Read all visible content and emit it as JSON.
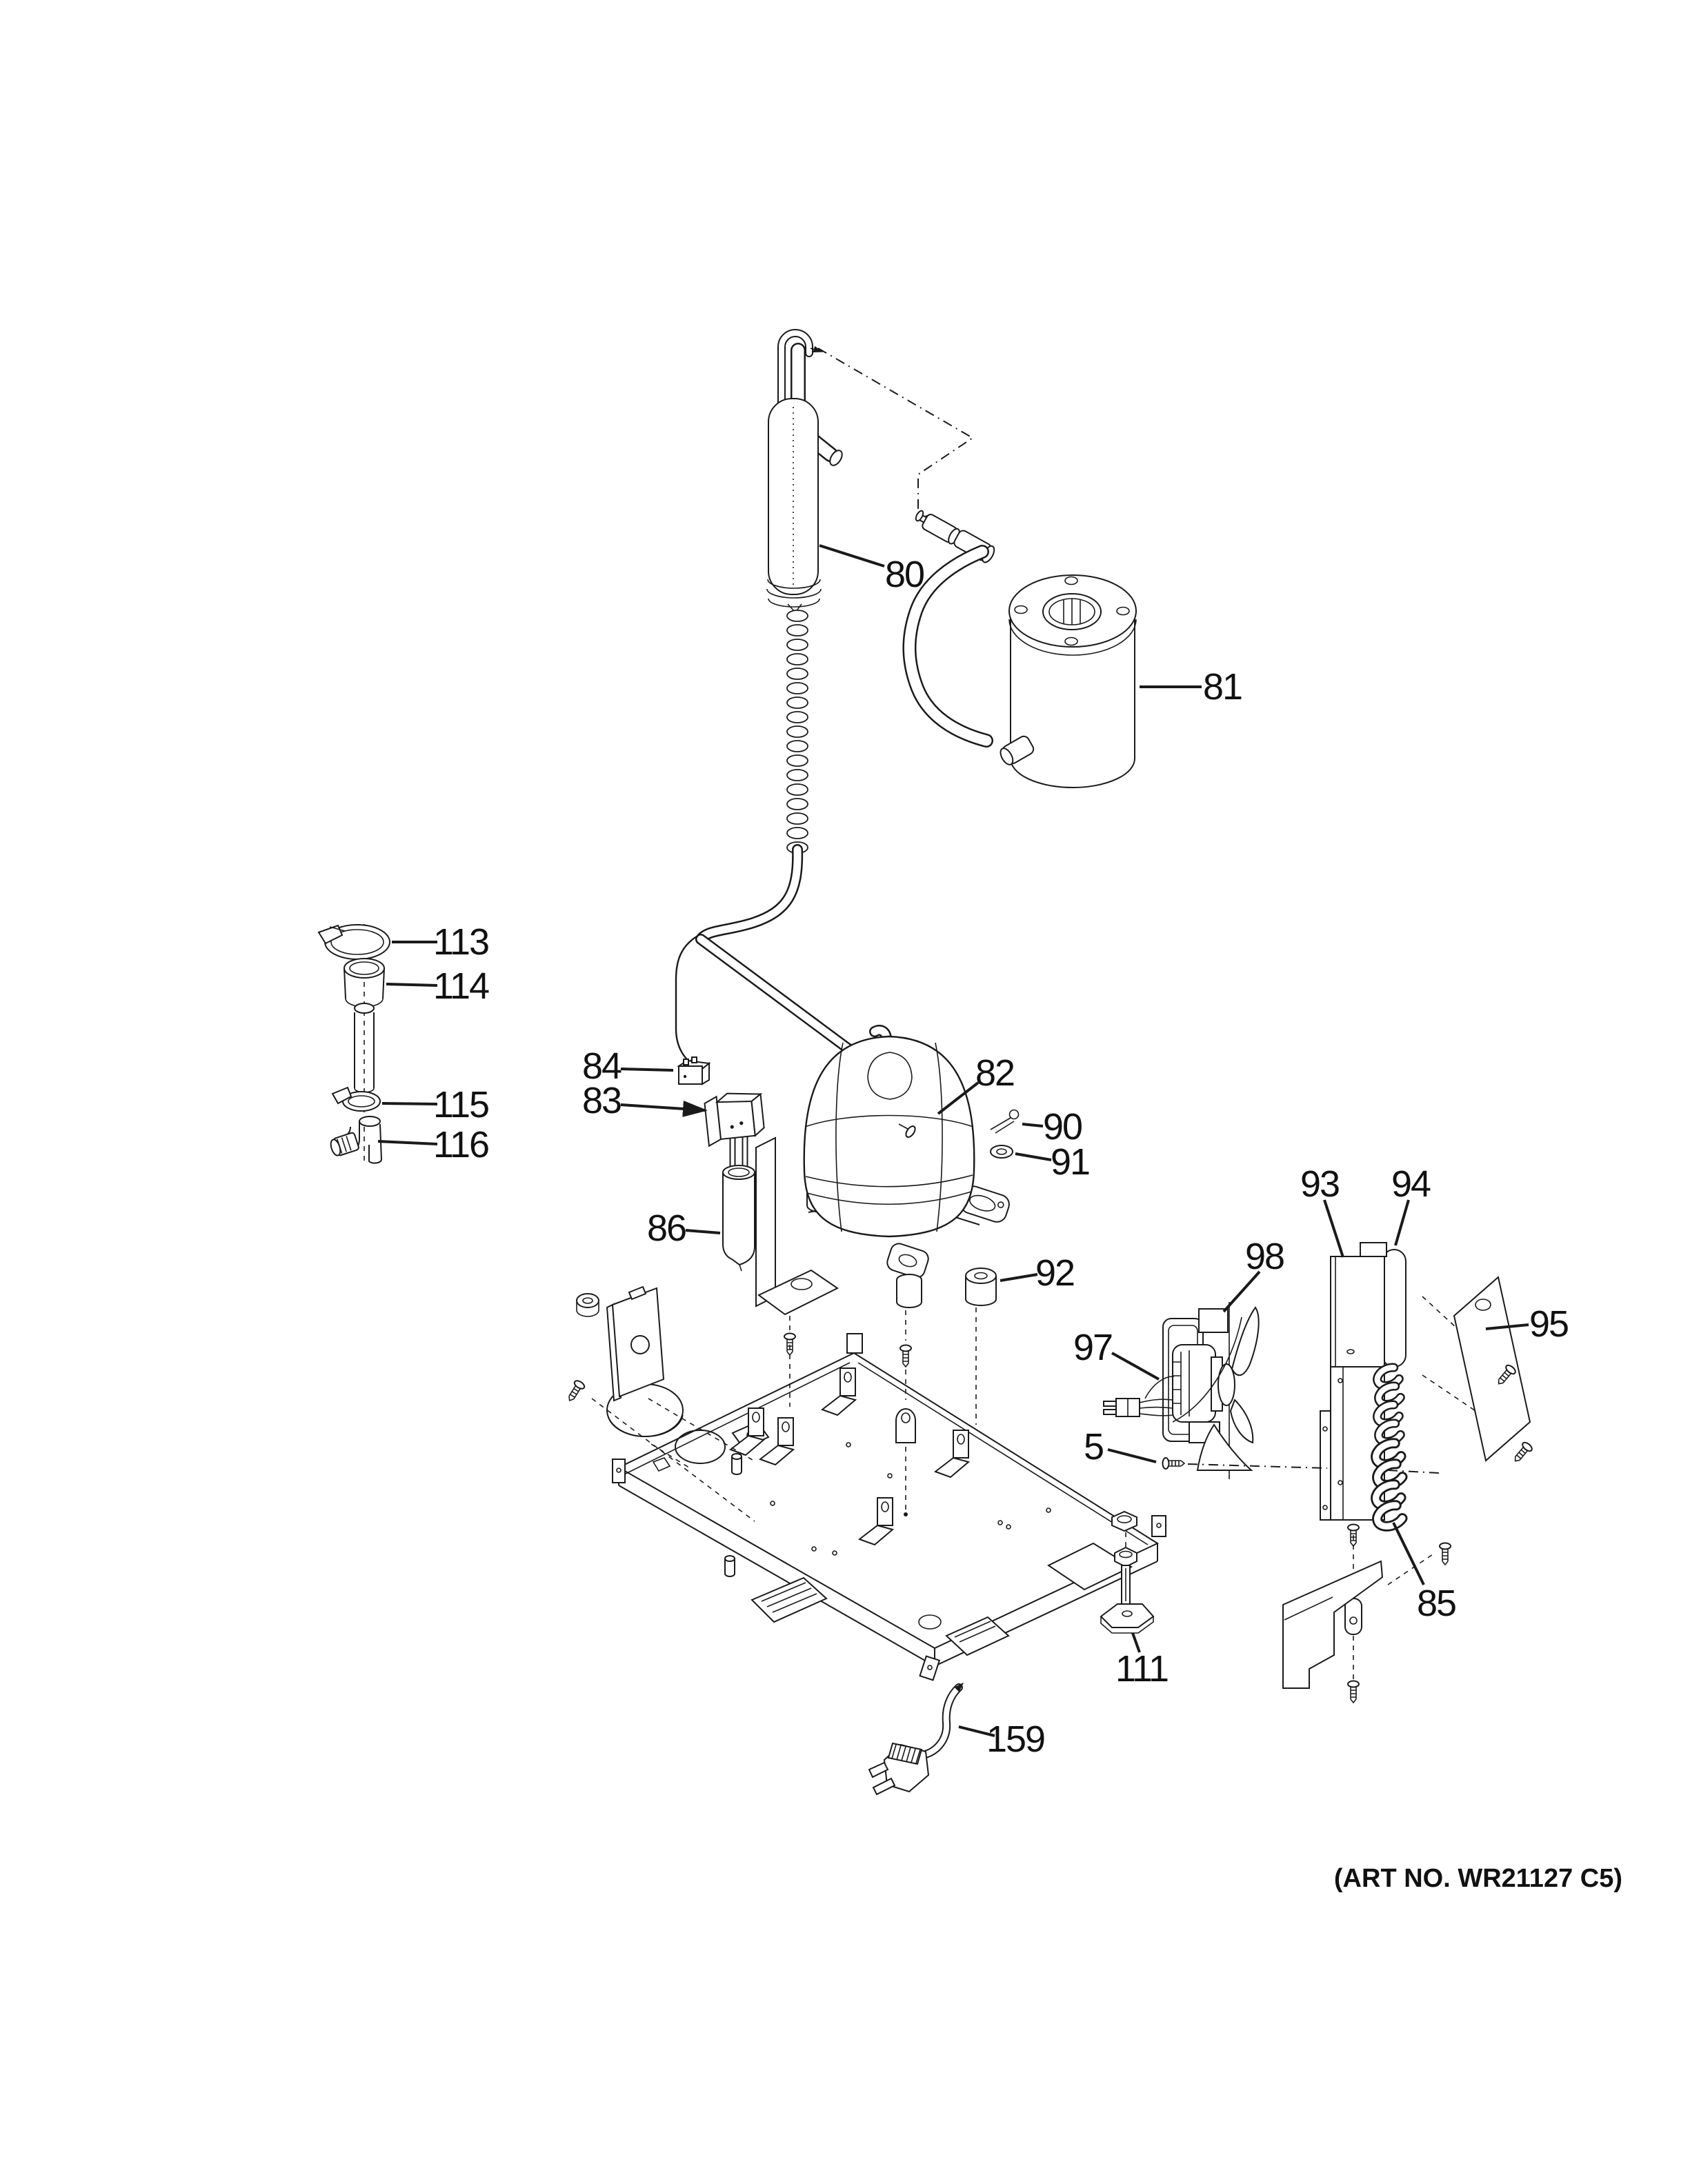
{
  "art_no": "(ART NO. WR21127 C5)",
  "labels": {
    "p5": "5",
    "p80": "80",
    "p81": "81",
    "p82": "82",
    "p83": "83",
    "p84": "84",
    "p85": "85",
    "p86": "86",
    "p90": "90",
    "p91": "91",
    "p92": "92",
    "p93": "93",
    "p94": "94",
    "p95": "95",
    "p97": "97",
    "p98": "98",
    "p111": "111",
    "p113": "113",
    "p114": "114",
    "p115": "115",
    "p116": "116",
    "p159": "159"
  }
}
